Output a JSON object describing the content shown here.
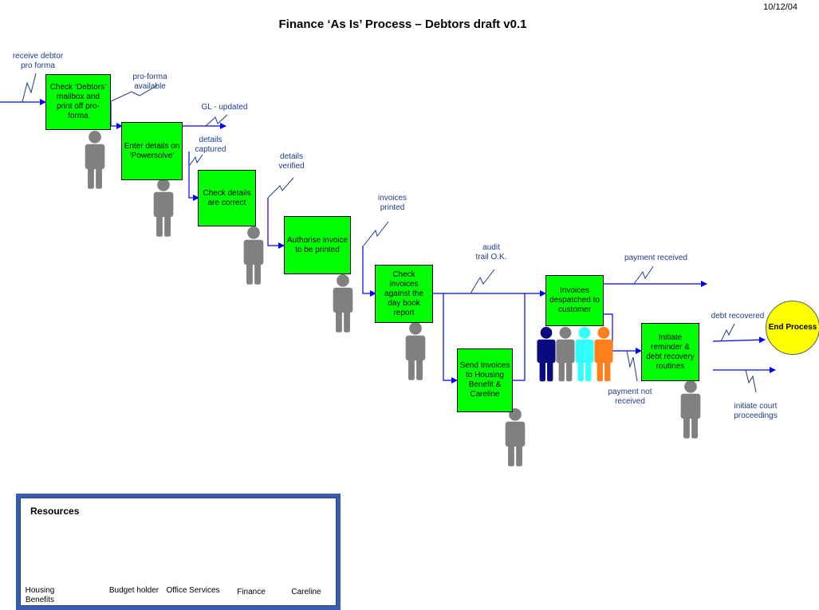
{
  "date": "10/12/04",
  "title": "Finance ‘As Is’ Process – Debtors draft v0.1",
  "colors": {
    "housing_benefits": "#ff7f1a",
    "budget_holder": "#7a0a7a",
    "office_services": "#0a0a80",
    "finance": "#808080",
    "careline": "#33ffff",
    "process_box": "#00ff00",
    "end_circle": "#ffff00",
    "flow_line": "#0000ff",
    "label_text": "#1f3a8a"
  },
  "steps": {
    "check_mailbox": "Check ‘Debtors’ mailbox and print off pro-forma",
    "enter_details": "Enter details on ‘Powersolve’",
    "check_details": "Check details are correct",
    "authorise_invoice": "Authorise invoice to be printed",
    "check_invoices": "Check invoices against the day book report",
    "send_invoices": "Send Invoices to Housing Benefit & Careline",
    "invoices_despatched": "Invoices despatched to customer",
    "initiate_reminder": "Initiate reminder & debt recovery routines"
  },
  "end_process": "End Process",
  "flow_labels": {
    "receive_debtor": "receive debtor pro forma",
    "pro_forma_available": "pro-forma available",
    "gl_updated": "GL - updated",
    "details_captured": "details captured",
    "details_verified": "details verified",
    "invoices_printed": "invoices printed",
    "audit_trail": "audit trail O.K.",
    "payment_received": "payment received",
    "debt_recovered": "debt recovered",
    "payment_not_received": "payment not received",
    "initiate_court": "initiate court proceedings"
  },
  "legend": {
    "title": "Resources",
    "items": [
      {
        "label": "Housing Benefits",
        "color": "#ff7f1a"
      },
      {
        "label": "Budget holder",
        "color": "#7a0a7a"
      },
      {
        "label": "Office Services",
        "color": "#0a0a80"
      },
      {
        "label": "Finance",
        "color": "#808080"
      },
      {
        "label": "Careline",
        "color": "#33ffff"
      }
    ]
  }
}
